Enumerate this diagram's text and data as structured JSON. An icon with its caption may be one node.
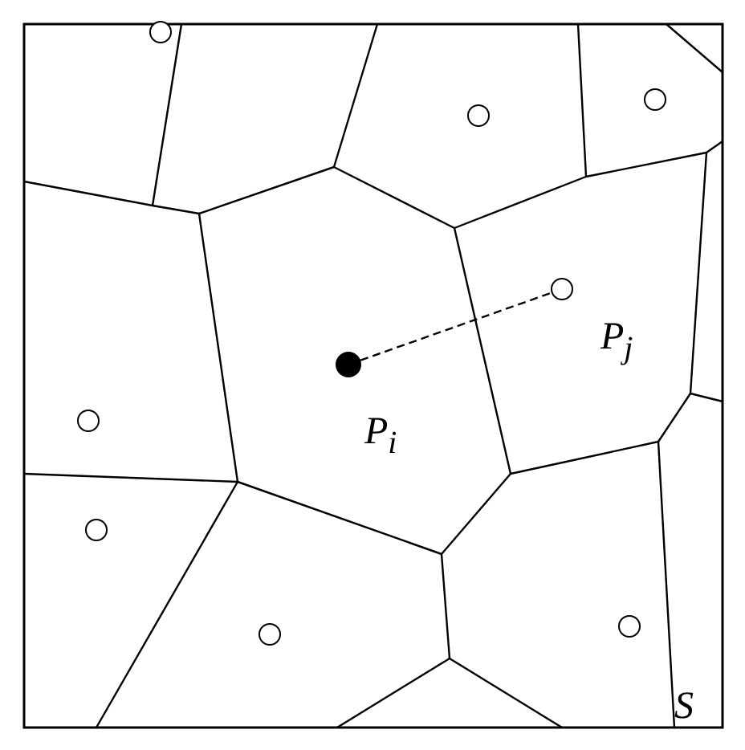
{
  "diagram": {
    "nodes": [
      {
        "text": [],
        "shape": "circle"
      },
      {
        "text": [],
        "shape": "circle"
      },
      {
        "text": [],
        "shape": "circle"
      },
      {
        "text": [],
        "shape": "circle",
        "beside": [
          "P$_{j}$"
        ]
      },
      {
        "text": [],
        "shape": "dot",
        "beside": [
          "P$_{i}$"
        ]
      },
      {
        "text": [],
        "shape": "circle"
      },
      {
        "text": [],
        "shape": "circle"
      },
      {
        "text": [],
        "shape": "circle"
      },
      {
        "text": [],
        "shape": "circle"
      }
    ],
    "edges": [
      {
        "from": 4,
        "to": 3,
        "arrow": "none",
        "style": "dashed"
      }
    ],
    "labels": [
      "S"
    ]
  }
}
